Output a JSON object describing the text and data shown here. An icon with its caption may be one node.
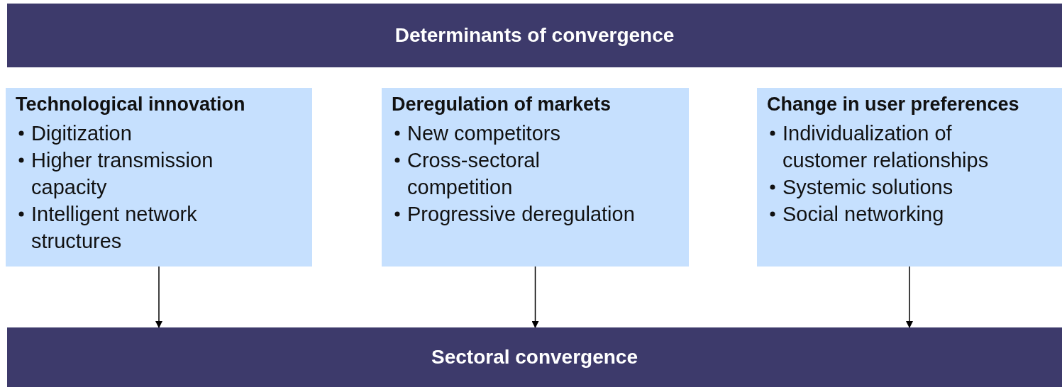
{
  "diagram": {
    "nodes": [
      {
        "text": [
          "Determinants of convergence"
        ]
      },
      {
        "text": [
          "Technological innovation",
          "Digitization",
          "Higher transmission capacity",
          "Intelligent network structures"
        ]
      },
      {
        "text": [
          "Deregulation of markets",
          "New competitors",
          "Cross-sectoral competition",
          "Progressive deregulation"
        ]
      },
      {
        "text": [
          "Change in user preferences",
          "Individualization of customer relationships",
          "Systemic solutions",
          "Social networking"
        ]
      },
      {
        "text": [
          "Sectoral convergence"
        ]
      }
    ],
    "edges": [
      {
        "from": 1,
        "to": 4,
        "arrow": "to"
      },
      {
        "from": 2,
        "to": 4,
        "arrow": "to"
      },
      {
        "from": 3,
        "to": 4,
        "arrow": "to"
      }
    ]
  }
}
